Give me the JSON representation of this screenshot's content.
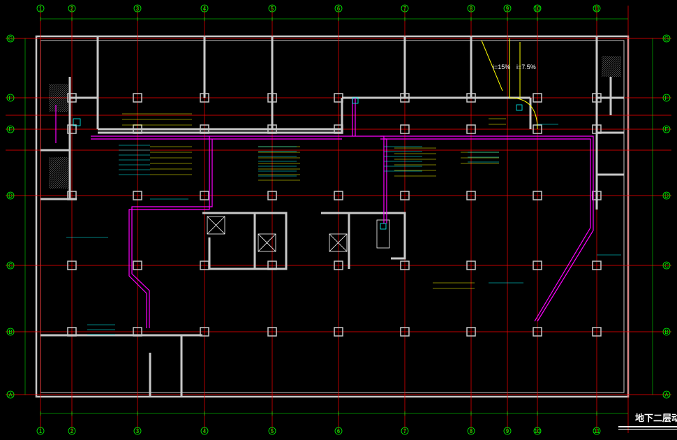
{
  "drawing": {
    "title": "地下二层动",
    "column_axes": [
      "1",
      "2",
      "3",
      "4",
      "5",
      "6",
      "7",
      "8",
      "9",
      "10",
      "11"
    ],
    "row_axes": [
      "G",
      "F",
      "E",
      "D",
      "C",
      "B",
      "A"
    ],
    "ramp_slope_left": "i=15%",
    "ramp_slope_right": "i=7.5%"
  },
  "colors": {
    "background": "#000000",
    "grid_lines": "#ff0000",
    "walls": "#c8c8c8",
    "axis_labels": "#00ff00",
    "ducts": "#ff00ff",
    "annotation_yellow": "#ffff00",
    "annotation_cyan": "#00ffff",
    "title": "#ffffff"
  }
}
